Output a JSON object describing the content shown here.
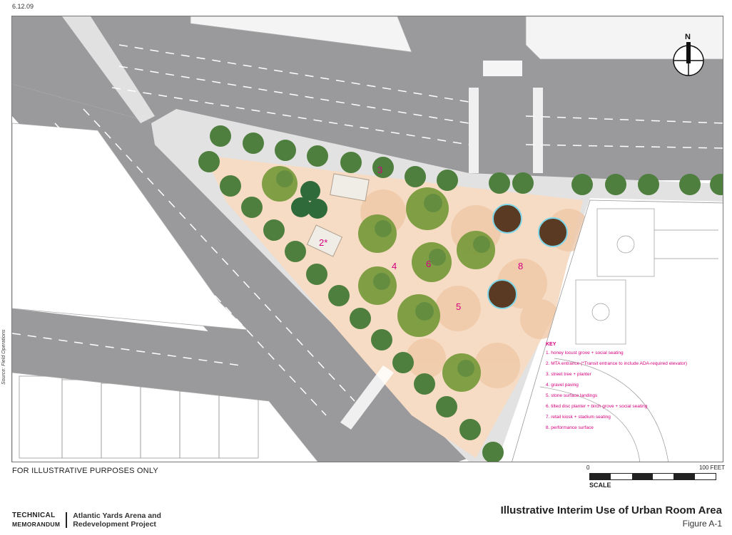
{
  "header": {
    "date": "6.12.09"
  },
  "map": {
    "source_note": "Source: Field Operations",
    "north_label": "N",
    "disclaimer": "FOR ILLUSTRATIVE PURPOSES ONLY",
    "labels": {
      "area2": "2*",
      "area3": "3",
      "area4": "4",
      "area5": "5",
      "area6": "6",
      "area8": "8"
    },
    "key": {
      "title": "KEY",
      "items": [
        "1.   honey locust grove + social seating",
        "2.   MTA entrance (*Transit entrance to include ADA-required elevator)",
        "3.   street tree + planter",
        "4.   gravel paving",
        "5.   stone surface landings",
        "6.   tilted disc planter + birch grove + social seating",
        "7.   retail kiosk + stadium seating",
        "8.   performance surface"
      ]
    },
    "colors": {
      "road": "#9a9a9c",
      "sidewalk": "#e2e2e2",
      "plaza": "#f6dcc4",
      "tree": "#4f7f3e",
      "accent": "#d6007e"
    }
  },
  "scale": {
    "zero": "0",
    "max": "100 FEET",
    "label": "SCALE"
  },
  "footer": {
    "org_line1": "TECHNICAL",
    "org_line2": "MEMORANDUM",
    "project_line1": "Atlantic Yards Arena and",
    "project_line2": "Redevelopment Project",
    "figure_title": "Illustrative Interim Use of Urban Room Area",
    "figure_number": "Figure A-1"
  }
}
